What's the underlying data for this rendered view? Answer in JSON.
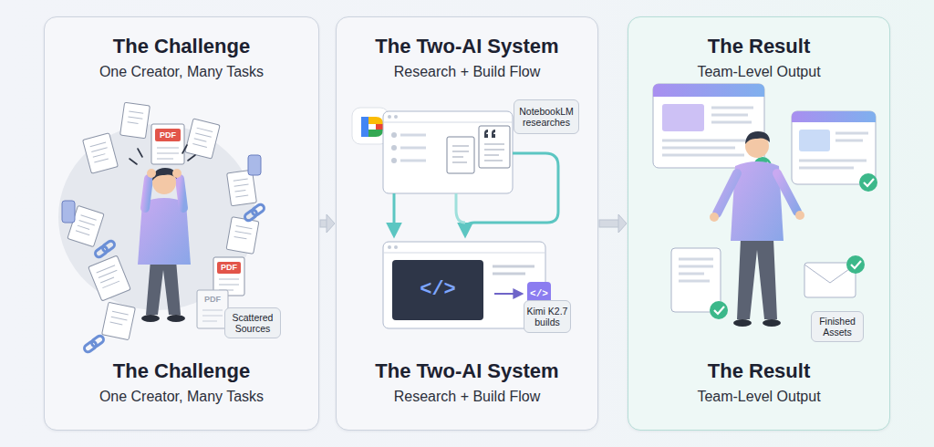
{
  "diagram": {
    "nodes": [
      {
        "text": [
          "The Challenge",
          "One Creator, Many Tasks",
          "The Challenge",
          "One Creator, Many Tasks"
        ]
      },
      {
        "text": [
          "Scattered Sources"
        ],
        "in": 0
      },
      {
        "text": [
          "The Two-AI System",
          "Research + Build Flow",
          "The Two-AI System",
          "Research + Build Flow"
        ]
      },
      {
        "text": [
          "NotebookLM researches"
        ],
        "in": 2
      },
      {
        "text": [
          "Kimi K2.7 builds"
        ],
        "in": 2
      },
      {
        "text": [
          "The Result",
          "Team-Level Output",
          "The Result",
          "Team-Level Output"
        ]
      },
      {
        "text": [
          "Finished Assets"
        ],
        "in": 5
      }
    ],
    "edges": [
      {
        "from": 0,
        "to": 2,
        "arrow": "to"
      },
      {
        "from": 2,
        "to": 5,
        "arrow": "to"
      }
    ],
    "labels": [
      "PDF",
      "PDF",
      "PDF",
      "</>",
      "</>"
    ]
  }
}
